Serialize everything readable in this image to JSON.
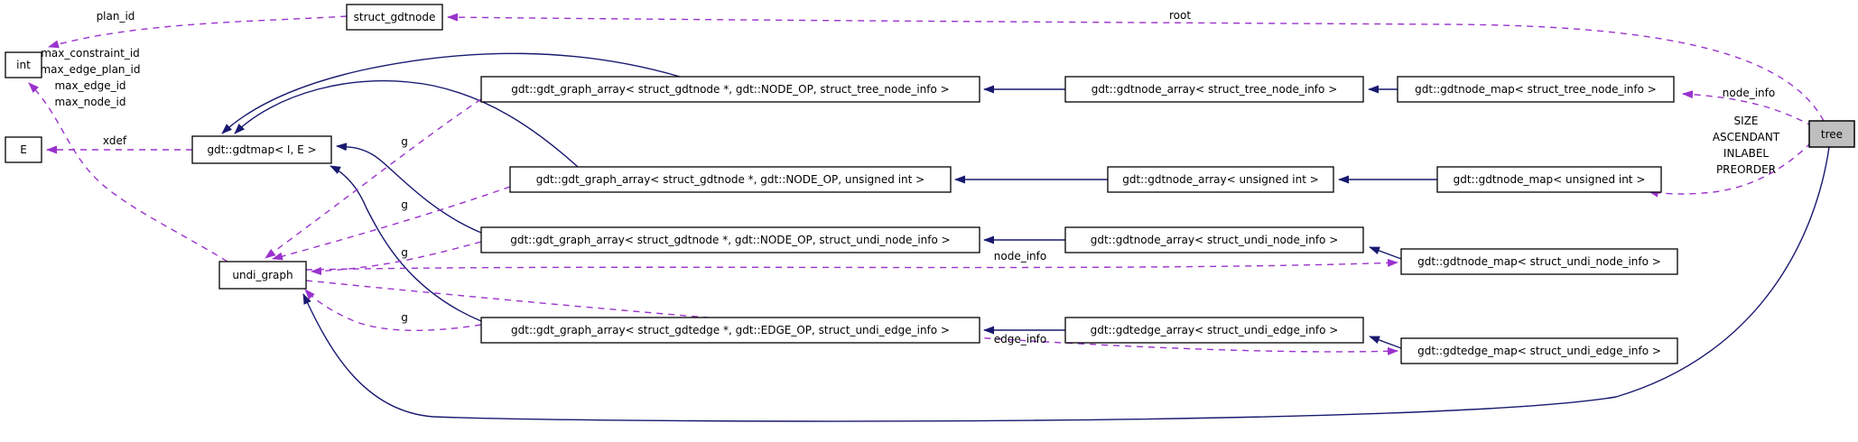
{
  "diagram": {
    "kind": "collaboration-graph",
    "highlighted_node": "tree",
    "colors": {
      "inheritance_edge": "#191970",
      "usage_edge": "#9a32cd",
      "node_fill": "#ffffff",
      "node_border": "#000000",
      "highlight_fill": "#bfbfbf"
    }
  },
  "nodes": {
    "int": {
      "label": "int"
    },
    "e": {
      "label": "E"
    },
    "struct_gdtnode": {
      "label": "struct_gdtnode"
    },
    "gdtmap": {
      "label": "gdt::gdtmap< I, E >"
    },
    "undi_graph": {
      "label": "undi_graph"
    },
    "graph_array_tree": {
      "label": "gdt::gdt_graph_array< struct_gdtnode *, gdt::NODE_OP, struct_tree_node_info >"
    },
    "node_array_tree": {
      "label": "gdt::gdtnode_array< struct_tree_node_info >"
    },
    "node_map_tree": {
      "label": "gdt::gdtnode_map< struct_tree_node_info >"
    },
    "graph_array_uint": {
      "label": "gdt::gdt_graph_array< struct_gdtnode *, gdt::NODE_OP, unsigned int >"
    },
    "node_array_uint": {
      "label": "gdt::gdtnode_array< unsigned int >"
    },
    "node_map_uint": {
      "label": "gdt::gdtnode_map< unsigned int >"
    },
    "graph_array_undi_node": {
      "label": "gdt::gdt_graph_array< struct_gdtnode *, gdt::NODE_OP, struct_undi_node_info >"
    },
    "node_array_undi_node": {
      "label": "gdt::gdtnode_array< struct_undi_node_info >"
    },
    "node_map_undi_node": {
      "label": "gdt::gdtnode_map< struct_undi_node_info >"
    },
    "graph_array_undi_edge": {
      "label": "gdt::gdt_graph_array< struct_gdtedge *, gdt::EDGE_OP, struct_undi_edge_info >"
    },
    "edge_array_undi_edge": {
      "label": "gdt::gdtedge_array< struct_undi_edge_info >"
    },
    "edge_map_undi_edge": {
      "label": "gdt::gdtedge_map< struct_undi_edge_info >"
    },
    "tree": {
      "label": "tree"
    }
  },
  "edge_labels": {
    "plan_id": "plan_id",
    "max_ids": [
      "max_constraint_id",
      "max_edge_plan_id",
      "max_edge_id",
      "max_node_id"
    ],
    "xdef": "xdef",
    "root": "root",
    "g": "g",
    "node_info": "node_info",
    "edge_info": "edge_info",
    "tree_node_maps": [
      "SIZE",
      "ASCENDANT",
      "INLABEL",
      "PREORDER"
    ]
  }
}
